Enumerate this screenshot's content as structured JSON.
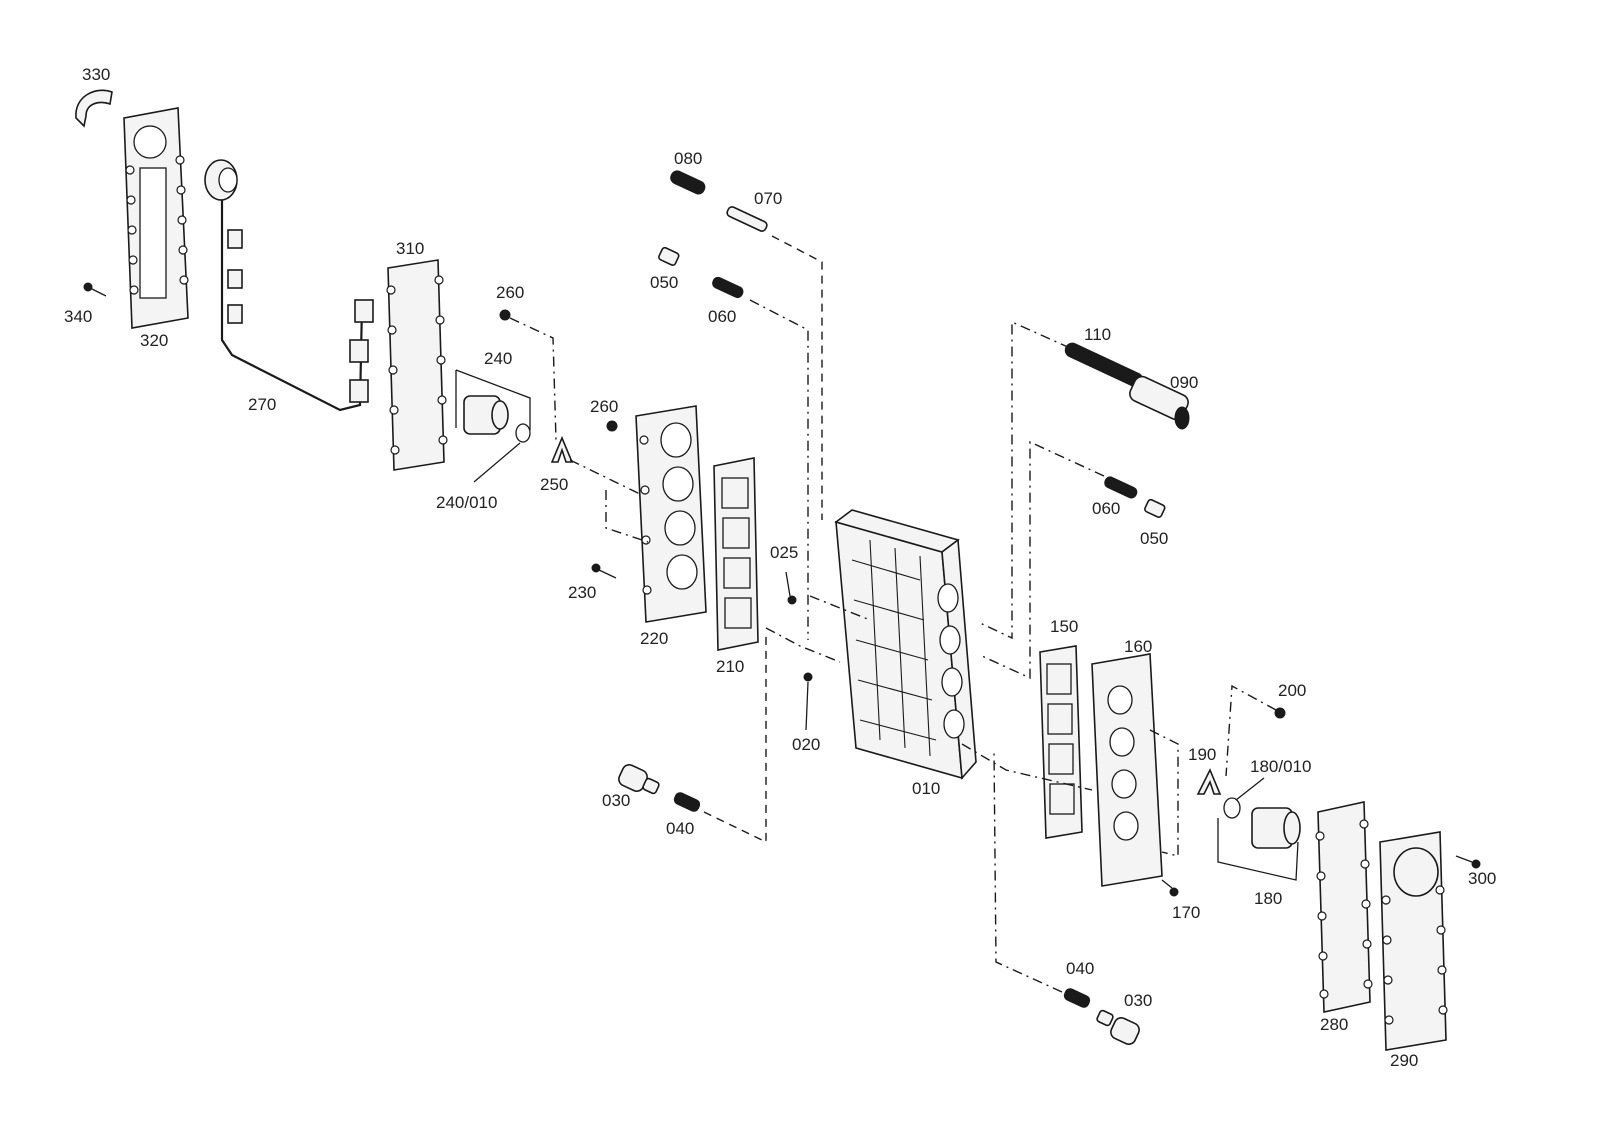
{
  "labels": {
    "l330": "330",
    "l320": "320",
    "l340": "340",
    "l270": "270",
    "l310": "310",
    "l240": "240",
    "l240_010": "240/010",
    "l260a": "260",
    "l260b": "260",
    "l250": "250",
    "l220": "220",
    "l230": "230",
    "l210": "210",
    "l080": "080",
    "l070": "070",
    "l050a": "050",
    "l060a": "060",
    "l110": "110",
    "l090": "090",
    "l060b": "060",
    "l050b": "050",
    "l025": "025",
    "l020": "020",
    "l010": "010",
    "l150": "150",
    "l160": "160",
    "l200": "200",
    "l190": "190",
    "l180_010": "180/010",
    "l180": "180",
    "l170": "170",
    "l280": "280",
    "l290": "290",
    "l300": "300",
    "l030a": "030",
    "l040a": "040",
    "l040b": "040",
    "l030b": "030"
  }
}
